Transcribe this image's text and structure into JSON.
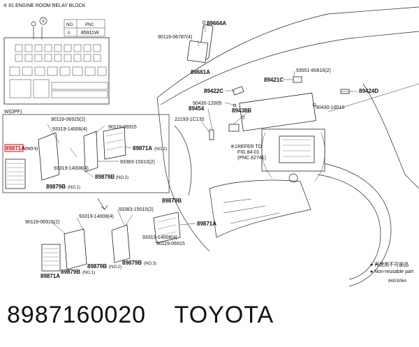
{
  "diagram": {
    "relay_block_title": "③ 81 ENGINE ROOM RELAY BLOCK",
    "relay_table": {
      "col_no": "NO.",
      "col_pnc": "PNC",
      "row_no": "①",
      "row_pnc": "85911W"
    },
    "callout_1": "①",
    "inset_title": "W(DPF)",
    "labels": {
      "p89664A": "89664A",
      "p90119_06787": "90119-06787(4)",
      "p89661A": "89661A",
      "p93551": "93551-80616(2)",
      "p89421C": "89421C",
      "p89422C": "89422C",
      "p89424D": "89424D",
      "p90430_12005": "90430-12005",
      "p90430_16010": "90430-16010",
      "p89454": "89454",
      "p89438B": "89438B",
      "p22193": "22193-1C170",
      "p90119_06915_top": "90119-06915(2)",
      "p93319_top": "93319-14006(4)",
      "p90119_06915_top_b": "90119-06915",
      "p89871A_highlight": "89871A",
      "no1_a": "(NO.1)",
      "p89871A_no2": "89871A",
      "no2_a": "(NO.2)",
      "p93383_top": "93383-15010(2)",
      "p93319_14008_top": "93319-14008(4)",
      "p89879B_top": "89879B",
      "no2_b": "(NO.2)",
      "p89879B_no1": "89879B",
      "no1_b": "(NO.1)",
      "refer_mark": "※1",
      "refer_1": "REFER TO",
      "refer_2": "FIG 84-01",
      "refer_3": "(PNC 82741)",
      "p89879B_mid": "89879B",
      "p93383_mid": "93383-15010(2)",
      "p93319_mid": "93319-14008(4)",
      "p90119_mid": "90119-06915(2)",
      "p89871A_mid": "89871A",
      "p93319_14008_mid": "93319-14008(4)",
      "p90119_06915_mid": "90119-06915",
      "p89879B_no2_bottom": "89879B",
      "no2_c": "(NO.2)",
      "p89879B_no3": "89879B",
      "no3": "(NO.3)",
      "p89871A_bottom": "89871A",
      "p89879B_no1_bottom": "89879B",
      "no1_c": "(NO.1)",
      "legend_1": "● 再使用不可部品",
      "legend_2": "● Non-reusable part",
      "code": "84GS06A"
    }
  },
  "footer": {
    "part_number": "8987160020",
    "brand": "TOYOTA"
  }
}
